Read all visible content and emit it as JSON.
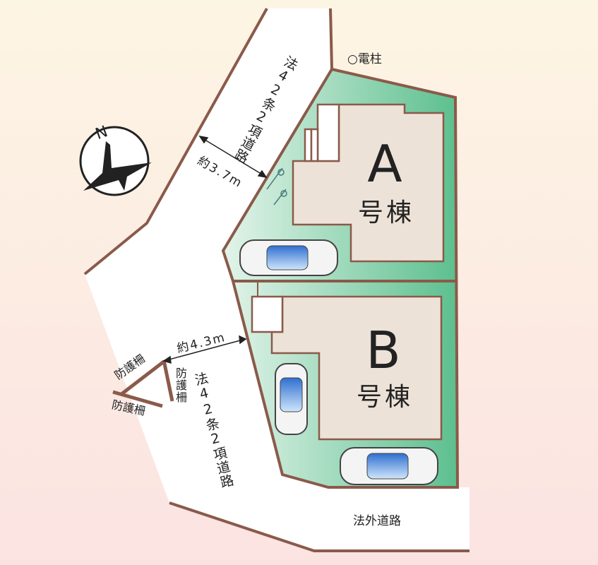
{
  "compass": {
    "label": "N"
  },
  "utility_pole": {
    "label": "○電柱"
  },
  "north_road": {
    "label": "法42条2項道路",
    "width": "約3.7m"
  },
  "south_road": {
    "label": "法42条2項道路",
    "width": "約4.3m"
  },
  "outside_road": {
    "label": "法外道路"
  },
  "fences": [
    "防護柵",
    "防護柵",
    "防護柵"
  ],
  "lots": [
    {
      "letter": "A",
      "suffix": "号棟"
    },
    {
      "letter": "B",
      "suffix": "号棟"
    }
  ],
  "colors": {
    "lot": "#6cc69a",
    "house": "#ede2d8",
    "boundary": "#8a5a4a",
    "road": "#ffffff"
  }
}
